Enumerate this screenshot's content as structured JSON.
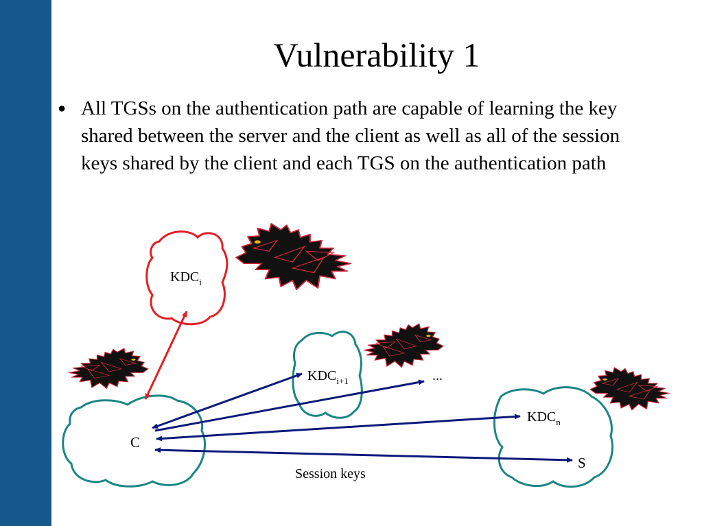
{
  "colors": {
    "sidebar": "#14588c",
    "accent_red": "#e41e24",
    "teal": "#1b8585",
    "arrow_navy": "#0c1a7a"
  },
  "slide": {
    "title": "Vulnerability 1",
    "bullets": [
      "All TGSs on the authentication path are capable of learning the key shared between the server and the client as well as all of the session keys shared by the client and each TGS on the authentication path"
    ]
  },
  "diagram": {
    "nodes": {
      "kdc_i": {
        "base": "KDC",
        "sub": "i"
      },
      "kdc_i1": {
        "base": "KDC",
        "sub": "i+1"
      },
      "kdc_n": {
        "base": "KDC",
        "sub": "n"
      },
      "client": "C",
      "server": "S",
      "ellipsis": "..."
    },
    "caption": "Session keys",
    "icons": [
      "wolf-icon",
      "wolf-icon",
      "wolf-icon",
      "wolf-icon"
    ]
  }
}
